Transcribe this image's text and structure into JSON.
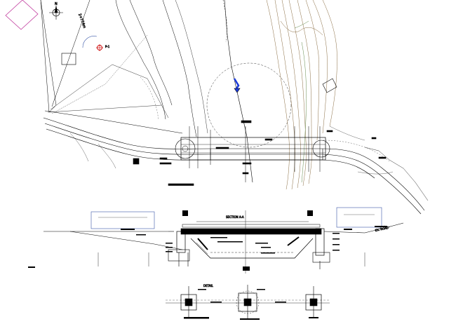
{
  "labels": {
    "north": "N",
    "chainage": "2+774m",
    "point_label": "P-1",
    "section_title": "SECTION A-A",
    "road_label": "EX. ROAD",
    "detail_label": "DETAIL"
  },
  "colors": {
    "line": "#000000",
    "contour": "#7a5a2a",
    "contour_alt": "#3a6a1a",
    "highlight": "#1a3ad9",
    "marker": "#cc0000",
    "site_box": "#c0389c",
    "dimension": "#3a57a8"
  }
}
